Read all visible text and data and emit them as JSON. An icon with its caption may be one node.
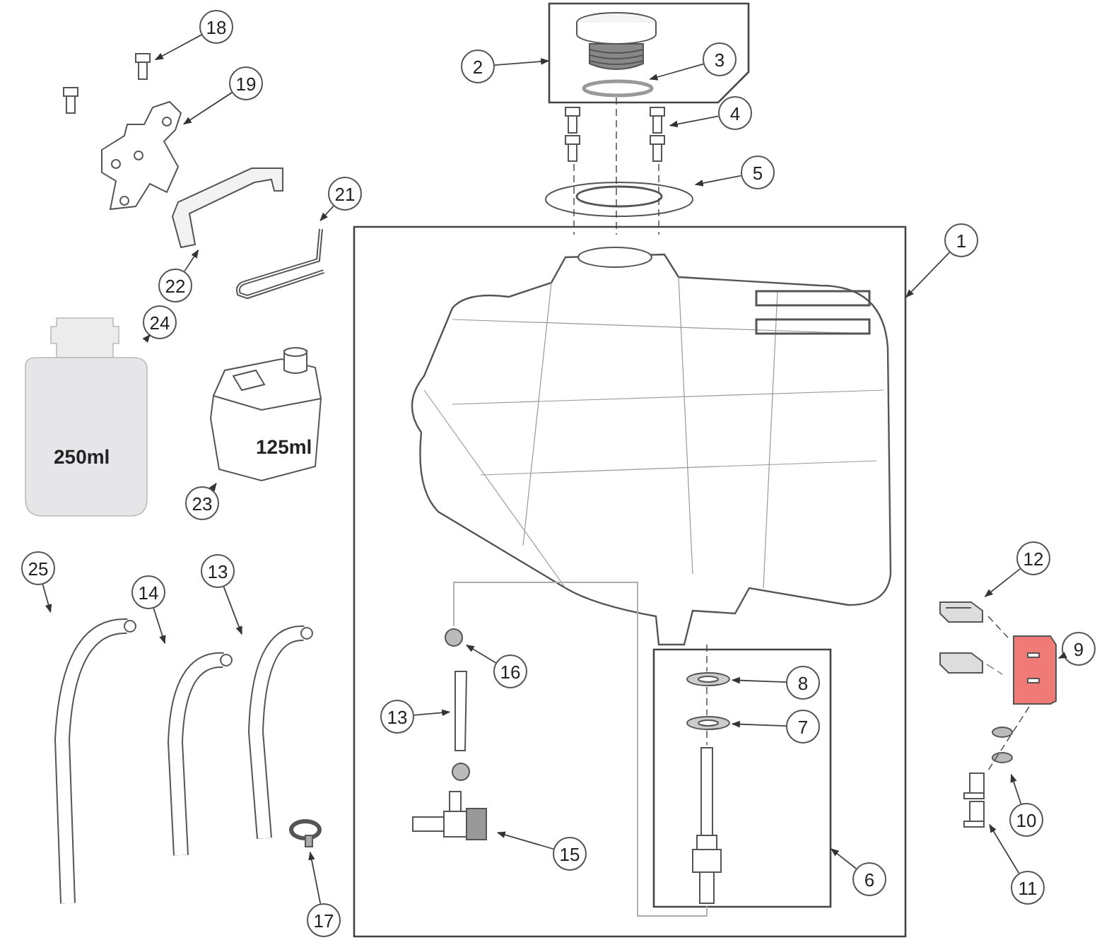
{
  "diagram": {
    "nodes": [
      {
        "text": [
          "18"
        ]
      },
      {
        "text": [],
        "shape": "picture"
      },
      {
        "text": [
          "19"
        ]
      },
      {
        "text": [],
        "shape": "picture"
      },
      {
        "text": [
          "2"
        ]
      },
      {
        "text": [],
        "shape": "box"
      },
      {
        "text": [],
        "shape": "picture",
        "in": 5
      },
      {
        "text": [
          "3"
        ],
        "in": 5
      },
      {
        "text": [],
        "shape": "circle",
        "in": 5
      },
      {
        "text": [
          "4"
        ]
      },
      {
        "text": [],
        "shape": "picture"
      },
      {
        "text": [
          "21"
        ]
      },
      {
        "text": [],
        "shape": "picture"
      },
      {
        "text": [
          "22"
        ]
      },
      {
        "text": [],
        "shape": "picture"
      },
      {
        "text": [
          "5"
        ]
      },
      {
        "text": [],
        "shape": "picture"
      },
      {
        "text": [
          "1"
        ]
      },
      {
        "text": [],
        "shape": "box"
      },
      {
        "text": [],
        "shape": "picture",
        "in": 18
      },
      {
        "text": [
          "24"
        ]
      },
      {
        "text": [
          "250ml"
        ]
      },
      {
        "text": [
          "125ml"
        ]
      },
      {
        "text": [
          "23"
        ]
      },
      {
        "text": [
          "25"
        ]
      },
      {
        "text": [],
        "shape": "picture"
      },
      {
        "text": [
          "14"
        ]
      },
      {
        "text": [],
        "shape": "picture"
      },
      {
        "text": [
          "13"
        ]
      },
      {
        "text": [],
        "shape": "picture"
      },
      {
        "text": [
          "12"
        ]
      },
      {
        "text": [],
        "shape": "picture"
      },
      {
        "text": [
          "9"
        ]
      },
      {
        "text": [],
        "shape": "picture"
      },
      {
        "text": [],
        "shape": "circle",
        "in": 18
      },
      {
        "text": [
          "16"
        ],
        "in": 18
      },
      {
        "text": [
          "13"
        ],
        "in": 18
      },
      {
        "text": [],
        "shape": "bar",
        "in": 18
      },
      {
        "text": [],
        "shape": "box",
        "in": 18
      },
      {
        "text": [],
        "shape": "picture",
        "in": 38
      },
      {
        "text": [
          "8"
        ],
        "in": 38
      },
      {
        "text": [],
        "shape": "picture",
        "in": 38
      },
      {
        "text": [
          "7"
        ],
        "in": 38
      },
      {
        "text": [],
        "shape": "picture",
        "in": 38
      },
      {
        "text": [],
        "shape": "picture",
        "in": 18
      },
      {
        "text": [
          "15"
        ],
        "in": 18
      },
      {
        "text": [
          "6"
        ],
        "in": 18
      },
      {
        "text": [
          "10"
        ]
      },
      {
        "text": [],
        "shape": "picture"
      },
      {
        "text": [],
        "shape": "picture"
      },
      {
        "text": [
          "11"
        ]
      },
      {
        "text": [],
        "shape": "circle"
      },
      {
        "text": [
          "17"
        ]
      }
    ],
    "edges": [
      {
        "from": 0,
        "to": 1,
        "arrow": "to"
      },
      {
        "from": 2,
        "to": 3,
        "arrow": "to"
      },
      {
        "from": 4,
        "to": 5,
        "arrow": "to"
      },
      {
        "from": 7,
        "to": 8,
        "arrow": "to"
      },
      {
        "from": 9,
        "to": 10,
        "arrow": "to"
      },
      {
        "from": 11,
        "to": 12,
        "arrow": "to"
      },
      {
        "from": 13,
        "to": 14,
        "arrow": "to"
      },
      {
        "from": 15,
        "to": 16,
        "arrow": "to"
      },
      {
        "from": 17,
        "to": 18,
        "arrow": "to"
      },
      {
        "from": 20,
        "to": 21,
        "arrow": "to"
      },
      {
        "from": 23,
        "to": 22,
        "arrow": "to"
      },
      {
        "from": 24,
        "to": 25,
        "arrow": "to"
      },
      {
        "from": 26,
        "to": 27,
        "arrow": "to"
      },
      {
        "from": 28,
        "to": 29,
        "arrow": "to"
      },
      {
        "from": 30,
        "to": 31,
        "arrow": "to"
      },
      {
        "from": 32,
        "to": 33,
        "arrow": "to"
      },
      {
        "from": 35,
        "to": 34,
        "arrow": "to"
      },
      {
        "from": 36,
        "to": 37,
        "arrow": "to"
      },
      {
        "from": 40,
        "to": 39,
        "arrow": "to"
      },
      {
        "from": 42,
        "to": 41,
        "arrow": "to"
      },
      {
        "from": 46,
        "to": 38,
        "arrow": "to"
      },
      {
        "from": 45,
        "to": 44,
        "arrow": "to"
      },
      {
        "from": 47,
        "to": 48,
        "arrow": "to"
      },
      {
        "from": 50,
        "to": 49,
        "arrow": "to"
      },
      {
        "from": 52,
        "to": 51,
        "arrow": "to"
      },
      {
        "from": 8,
        "to": 19,
        "arrow": "none",
        "style": "dashed"
      },
      {
        "from": 10,
        "to": 19,
        "arrow": "none",
        "style": "dashed"
      },
      {
        "from": 10,
        "to": 19,
        "arrow": "none",
        "style": "dashed"
      },
      {
        "from": 34,
        "to": 43,
        "arrow": "none",
        "color": "#aaaaaa"
      },
      {
        "from": 31,
        "to": 33,
        "arrow": "none",
        "style": "dashed"
      },
      {
        "from": 33,
        "to": 49,
        "arrow": "none",
        "style": "dashed"
      },
      {
        "from": 19,
        "to": 39,
        "arrow": "none",
        "style": "dashed"
      },
      {
        "from": 39,
        "to": 41,
        "arrow": "none",
        "style": "dashed"
      },
      {
        "from": 41,
        "to": 43,
        "arrow": "none",
        "style": "dashed"
      }
    ]
  }
}
